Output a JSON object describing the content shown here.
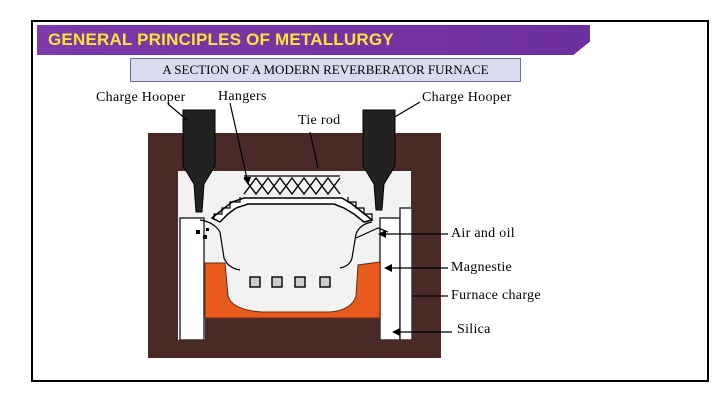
{
  "header": {
    "title": "GENERAL PRINCIPLES OF METALLURGY",
    "title_color": "#ffe23a",
    "banner_color": "#7b3aa8"
  },
  "diagram": {
    "subtitle": "A SECTION OF A MODERN REVERBERATOR FURNACE",
    "labels": {
      "charge_hopper_left": "Charge Hooper",
      "hangers": "Hangers",
      "charge_hopper_right": "Charge Hooper",
      "tie_rod": "Tie rod",
      "air_and_oil": "Air and oil",
      "magnesite": "Magnestie",
      "furnace_charge": "Furnace charge",
      "silica": "Silica"
    },
    "colors": {
      "structure": "#4a2a26",
      "hopper": "#222222",
      "charge": "#e85a1e"
    }
  }
}
